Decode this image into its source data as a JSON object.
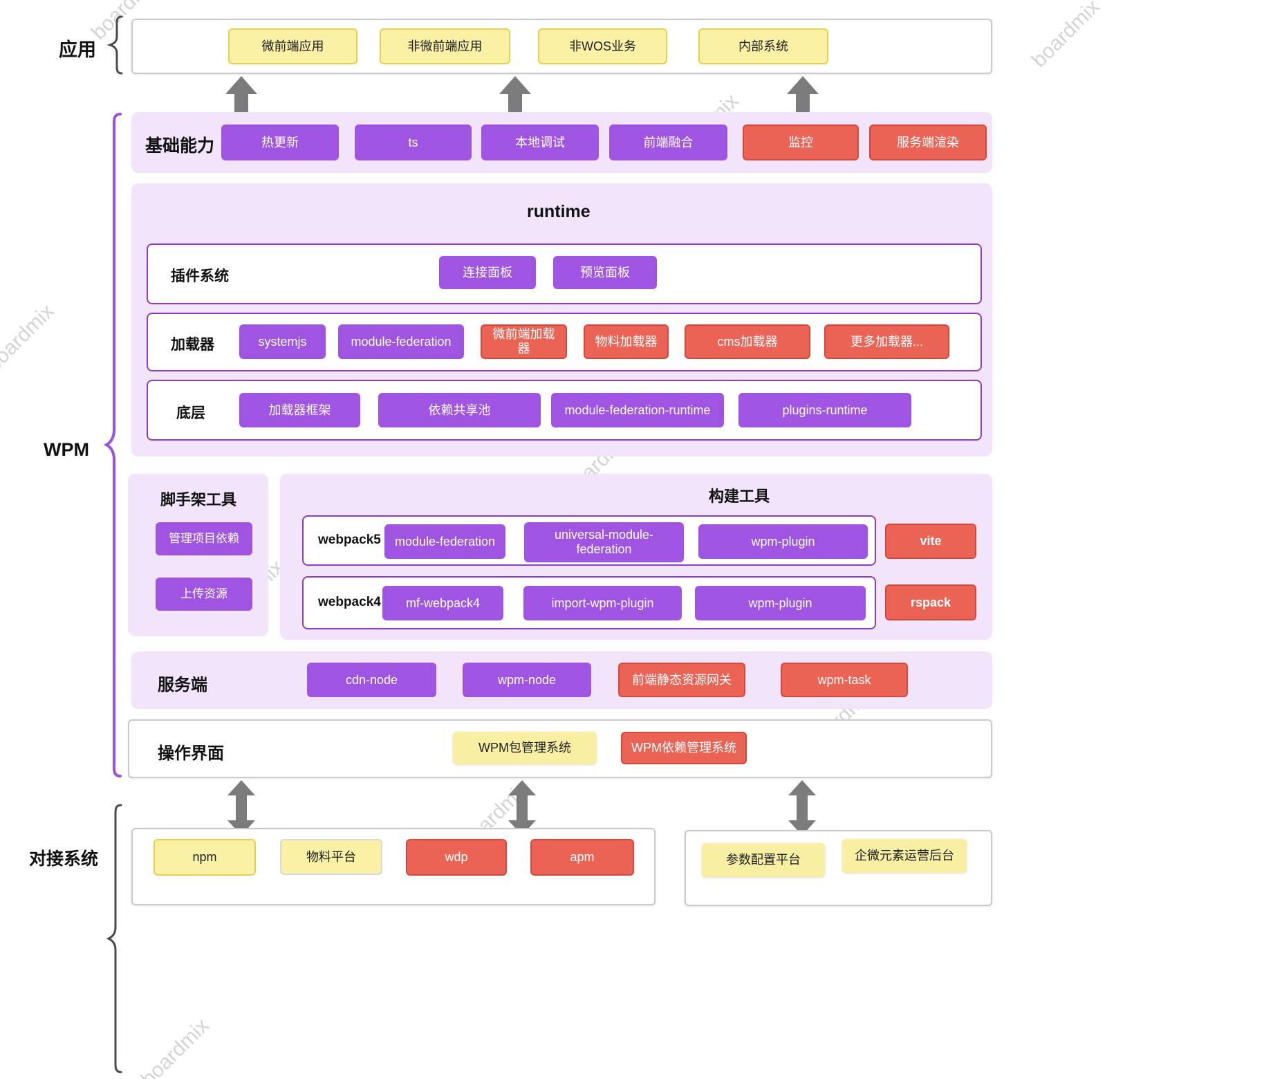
{
  "watermark": "boardmix",
  "colors": {
    "purple_chip": "#A055E2",
    "red_chip": "#EB6355",
    "red_border": "#D8473B",
    "yellow_chip": "#FAF1A4",
    "yellow_border": "#E5D052",
    "lavender_panel": "#F2E4FB",
    "purple_box_border": "#8A3EC6",
    "wpm_brace": "#9B51E0",
    "arrow_gray": "#7B7B7B"
  },
  "sections": {
    "apps": {
      "label": "应用",
      "items": [
        {
          "label": "微前端应用",
          "color": "yellow"
        },
        {
          "label": "非微前端应用",
          "color": "yellow"
        },
        {
          "label": "非WOS业务",
          "color": "yellow"
        },
        {
          "label": "内部系统",
          "color": "yellow"
        }
      ]
    },
    "wpm": {
      "label": "WPM",
      "base": {
        "label": "基础能力",
        "items": [
          {
            "label": "热更新",
            "color": "purple"
          },
          {
            "label": "ts",
            "color": "purple"
          },
          {
            "label": "本地调试",
            "color": "purple"
          },
          {
            "label": "前端融合",
            "color": "purple"
          },
          {
            "label": "监控",
            "color": "red"
          },
          {
            "label": "服务端渲染",
            "color": "red"
          }
        ]
      },
      "runtime": {
        "title": "runtime",
        "rows": [
          {
            "label": "插件系统",
            "items": [
              {
                "label": "连接面板",
                "color": "purple"
              },
              {
                "label": "预览面板",
                "color": "purple"
              }
            ]
          },
          {
            "label": "加载器",
            "items": [
              {
                "label": "systemjs",
                "color": "purple"
              },
              {
                "label": "module-federation",
                "color": "purple"
              },
              {
                "label": "微前端加载器",
                "color": "red"
              },
              {
                "label": "物料加载器",
                "color": "red"
              },
              {
                "label": "cms加载器",
                "color": "red"
              },
              {
                "label": "更多加载器...",
                "color": "red"
              }
            ]
          },
          {
            "label": "底层",
            "items": [
              {
                "label": "加载器框架",
                "color": "purple"
              },
              {
                "label": "依赖共享池",
                "color": "purple"
              },
              {
                "label": "module-federation-runtime",
                "color": "purple"
              },
              {
                "label": "plugins-runtime",
                "color": "purple"
              }
            ]
          }
        ]
      },
      "scaffold": {
        "title": "脚手架工具",
        "items": [
          {
            "label": "管理项目依赖",
            "color": "purple"
          },
          {
            "label": "上传资源",
            "color": "purple"
          }
        ]
      },
      "build": {
        "title": "构建工具",
        "rows": [
          {
            "label": "webpack5",
            "items": [
              {
                "label": "module-federation",
                "color": "purple"
              },
              {
                "label": "universal-module-federation",
                "color": "purple"
              },
              {
                "label": "wpm-plugin",
                "color": "purple"
              }
            ],
            "side": {
              "label": "vite",
              "color": "red"
            }
          },
          {
            "label": "webpack4",
            "items": [
              {
                "label": "mf-webpack4",
                "color": "purple"
              },
              {
                "label": "import-wpm-plugin",
                "color": "purple"
              },
              {
                "label": "wpm-plugin",
                "color": "purple"
              }
            ],
            "side": {
              "label": "rspack",
              "color": "red"
            }
          }
        ]
      },
      "server": {
        "label": "服务端",
        "items": [
          {
            "label": "cdn-node",
            "color": "purple"
          },
          {
            "label": "wpm-node",
            "color": "purple"
          },
          {
            "label": "前端静态资源网关",
            "color": "red"
          },
          {
            "label": "wpm-task",
            "color": "red"
          }
        ]
      },
      "ui": {
        "label": "操作界面",
        "items": [
          {
            "label": "WPM包管理系统",
            "color": "yellow"
          },
          {
            "label": "WPM依赖管理系统",
            "color": "red"
          }
        ]
      }
    },
    "external": {
      "label": "对接系统",
      "groups": [
        {
          "items": [
            {
              "label": "npm",
              "color": "yellow"
            },
            {
              "label": "物料平台",
              "color": "yellow"
            },
            {
              "label": "wdp",
              "color": "red"
            },
            {
              "label": "apm",
              "color": "red"
            }
          ]
        },
        {
          "items": [
            {
              "label": "参数配置平台",
              "color": "yellow"
            },
            {
              "label": "企微元素运营后台",
              "color": "yellow"
            }
          ]
        }
      ]
    }
  }
}
